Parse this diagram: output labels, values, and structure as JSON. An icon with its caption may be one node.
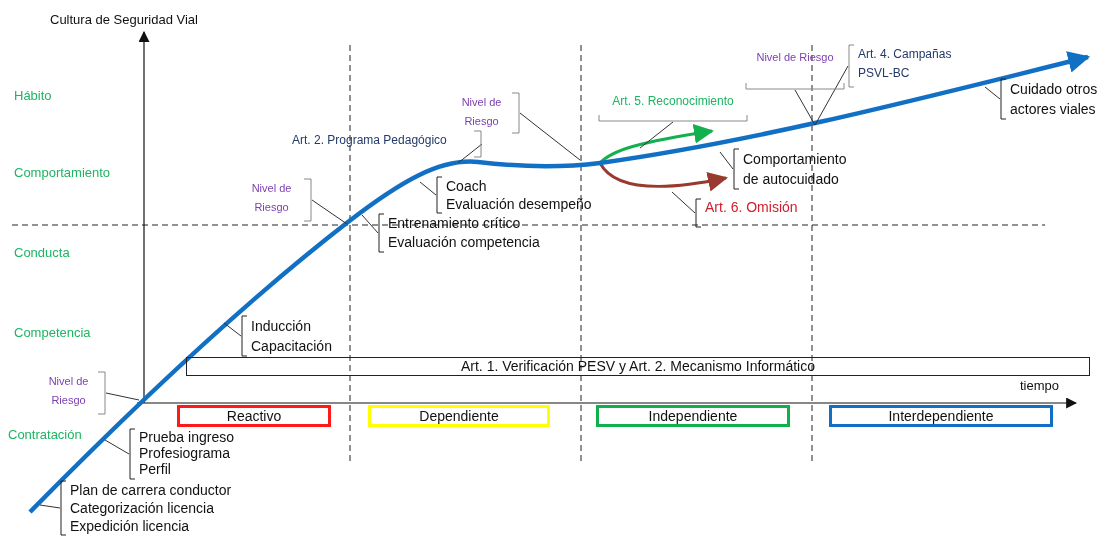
{
  "diagram": {
    "nodes": [
      {
        "text": [
          "Art. 4. Campañas PSVL-BC"
        ]
      },
      {
        "text": [
          "Nivel de Riesgo"
        ]
      },
      {
        "text": [
          "Cuidado otros actores viales"
        ]
      },
      {
        "text": [
          "Nivel de Riesgo"
        ]
      },
      {
        "text": [
          "Art. 5. Reconocimiento"
        ]
      },
      {
        "text": [
          "Art. 2. Programa Pedagógico"
        ]
      },
      {
        "text": [
          "Comportamiento de autocuidado"
        ]
      },
      {
        "text": [
          "Coach",
          "Evaluación desempeño"
        ]
      },
      {
        "text": [
          "Nivel de Riesgo"
        ]
      },
      {
        "text": [
          "Art. 6. Omisión"
        ]
      },
      {
        "text": [
          "Entrenamiento crítico",
          "Evaluación competencia"
        ]
      },
      {
        "text": [
          "Inducción",
          "Capacitación"
        ]
      },
      {
        "text": [
          "Art. 1. Verificación PESV y Art. 2. Mecanismo Informático"
        ]
      },
      {
        "text": [
          "Nivel de Riesgo"
        ]
      },
      {
        "text": [
          "Reactivo"
        ]
      },
      {
        "text": [
          "Dependiente"
        ]
      },
      {
        "text": [
          "Independiente"
        ]
      },
      {
        "text": [
          "Interdependiente"
        ]
      },
      {
        "text": [
          "Prueba ingreso",
          "Profesiograma",
          "Perfil"
        ]
      },
      {
        "text": [
          "Plan de carrera conductor",
          "Categorización licencia",
          "Expedición licencia"
        ]
      }
    ],
    "edges": [
      {
        "from": 0,
        "to": null,
        "arrow": "none"
      },
      {
        "from": 1,
        "to": null,
        "arrow": "none"
      },
      {
        "from": 2,
        "to": null,
        "arrow": "none"
      },
      {
        "from": 3,
        "to": null,
        "arrow": "none"
      },
      {
        "from": 4,
        "to": null,
        "arrow": "none"
      },
      {
        "from": 5,
        "to": null,
        "arrow": "none"
      },
      {
        "from": 6,
        "to": null,
        "arrow": "none"
      },
      {
        "from": 7,
        "to": null,
        "arrow": "none"
      },
      {
        "from": 8,
        "to": null,
        "arrow": "none"
      },
      {
        "from": 9,
        "to": null,
        "arrow": "none"
      },
      {
        "from": 10,
        "to": null,
        "arrow": "none"
      },
      {
        "from": 11,
        "to": null,
        "arrow": "none"
      },
      {
        "from": 13,
        "to": null,
        "arrow": "none"
      },
      {
        "from": 18,
        "to": null,
        "arrow": "none"
      },
      {
        "from": 19,
        "to": null,
        "arrow": "none"
      }
    ],
    "labels": [
      "Cultura de Seguridad Vial",
      "Hábito",
      "Comportamiento",
      "Conducta",
      "Competencia",
      "Contratación",
      "tiempo"
    ]
  }
}
